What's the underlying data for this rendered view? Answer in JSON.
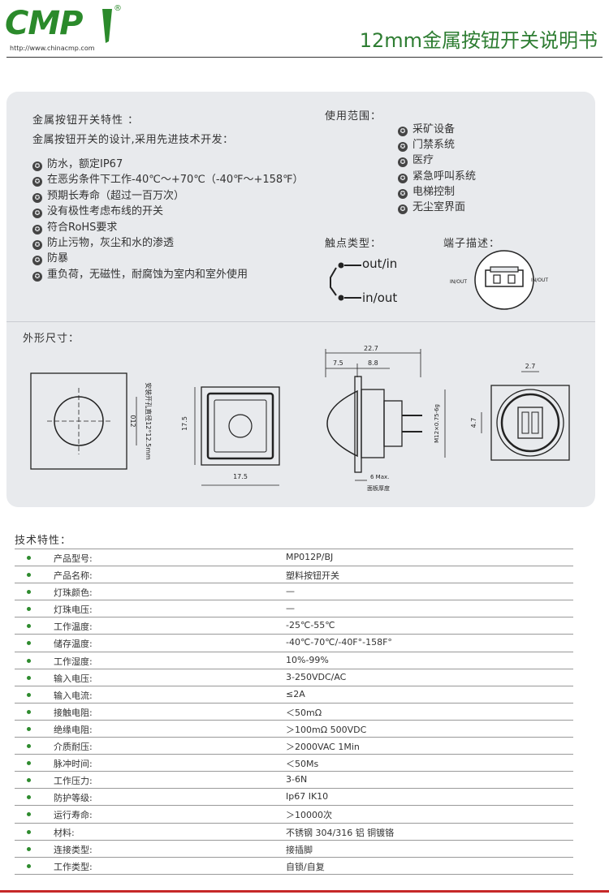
{
  "header": {
    "logo_text": "CMP",
    "logo_reg": "®",
    "logo_url": "http://www.chinacmp.com",
    "title": "12mm金属按钮开关说明书"
  },
  "features": {
    "title": "金属按钮开关特性 ：",
    "subtitle": "金属按钮开关的设计,采用先进技术开发：",
    "items": [
      "防水，额定IP67",
      "在恶劣条件下工作-40℃～+70℃（-40℉～+158℉）",
      "预期长寿命（超过一百万次）",
      "没有极性考虑布线的开关",
      "符合RoHS要求",
      "防止污物，灰尘和水的渗透",
      "防暴",
      "重负荷，无磁性，耐腐蚀为室内和室外使用"
    ]
  },
  "usage": {
    "title": "使用范围：",
    "items": [
      "采矿设备",
      "门禁系统",
      "医疗",
      "紧急呼叫系统",
      "电梯控制",
      "无尘室界面"
    ]
  },
  "contact": {
    "title": "触点类型：",
    "label_top": "out/in",
    "label_bottom": "in/out"
  },
  "terminal": {
    "title": "端子描述：",
    "label_left": "IN/OUT",
    "label_right": "IN/OUT"
  },
  "dimensions": {
    "title": "外形尺寸：",
    "mount_note": "安装开孔直径12°12.5mm",
    "d_012": "012",
    "d_175_v": "17.5",
    "d_175_h": "17.5",
    "d_227": "22.7",
    "d_75": "7.5",
    "d_88": "8.8",
    "d_thread": "M12×0.75-6g",
    "d_6max": "6 Max.",
    "d_panel": "面板厚度",
    "d_27": "2.7",
    "d_47": "4.7"
  },
  "specs": {
    "title": "技术特性：",
    "rows": [
      {
        "name": "产品型号:",
        "value": "MP012P/BJ"
      },
      {
        "name": "产品名称:",
        "value": "塑料按钮开关"
      },
      {
        "name": "灯珠颜色:",
        "value": "—"
      },
      {
        "name": "灯珠电压:",
        "value": "—"
      },
      {
        "name": "工作温度:",
        "value": "-25℃-55℃"
      },
      {
        "name": "储存温度:",
        "value": "-40℃-70℃/-40F°-158F°"
      },
      {
        "name": "工作湿度:",
        "value": "10%-99%"
      },
      {
        "name": "输入电压:",
        "value": "3-250VDC/AC"
      },
      {
        "name": "输入电流:",
        "value": "≤2A"
      },
      {
        "name": "接触电阻:",
        "value": "＜50mΩ"
      },
      {
        "name": "绝缘电阻:",
        "value": "＞100mΩ  500VDC"
      },
      {
        "name": "介质耐压:",
        "value": "＞2000VAC  1Min"
      },
      {
        "name": "脉冲时间:",
        "value": "＜50Ms"
      },
      {
        "name": "工作压力:",
        "value": "3-6N"
      },
      {
        "name": "防护等级:",
        "value": "Ip67 IK10"
      },
      {
        "name": "运行寿命:",
        "value": "＞10000次"
      },
      {
        "name": "材料:",
        "value": "不锈钢 304/316  铝  铜镀铬"
      },
      {
        "name": "连接类型:",
        "value": "接插脚"
      },
      {
        "name": "工作类型:",
        "value": "自锁/自复"
      }
    ]
  },
  "colors": {
    "brand_green": "#2b8a2b",
    "title_green": "#2e7d32",
    "panel_bg": "#e8eaed",
    "footer_red": "#c62828"
  }
}
